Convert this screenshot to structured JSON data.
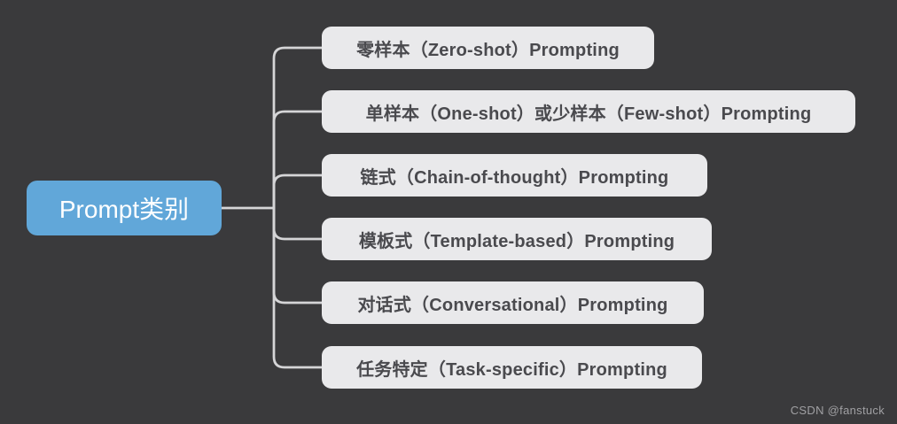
{
  "root": {
    "label": "Prompt类别"
  },
  "branches": [
    {
      "label": "零样本（Zero-shot）Prompting"
    },
    {
      "label": "单样本（One-shot）或少样本（Few-shot）Prompting"
    },
    {
      "label": "链式（Chain-of-thought）Prompting"
    },
    {
      "label": "模板式（Template-based）Prompting"
    },
    {
      "label": "对话式（Conversational）Prompting"
    },
    {
      "label": "任务特定（Task-specific）Prompting"
    }
  ],
  "watermark": "CSDN @fanstuck",
  "colors": {
    "background": "#3a3a3c",
    "root_fill": "#61a7d9",
    "root_text": "#ffffff",
    "branch_fill": "#e9e9eb",
    "branch_text": "#4a4a4e",
    "connector": "#d5d5d7",
    "watermark_text": "#a0a0a3"
  }
}
